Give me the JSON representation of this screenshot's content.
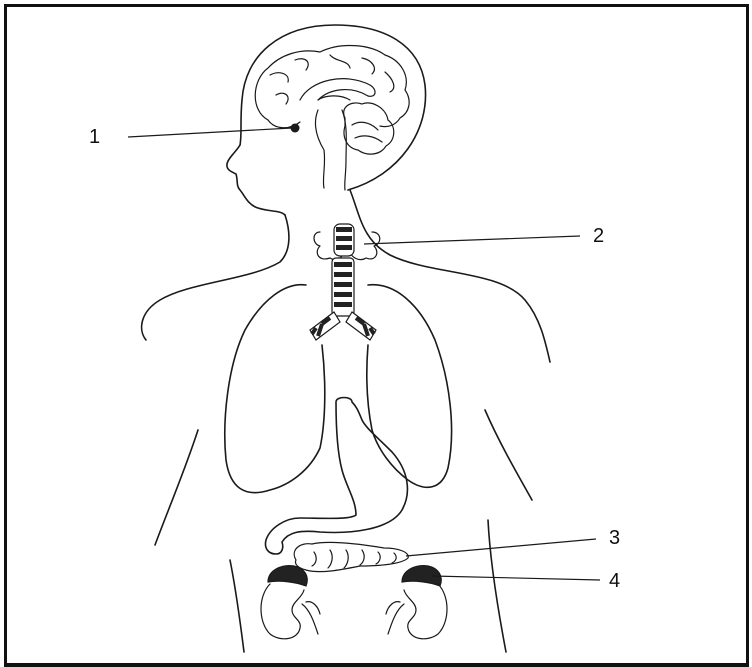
{
  "colors": {
    "ink": "#1a1a1a",
    "background": "#ffffff",
    "dark_fill": "#222222"
  },
  "labels": {
    "l1": "1",
    "l2": "2",
    "l3": "3",
    "l4": "4"
  }
}
